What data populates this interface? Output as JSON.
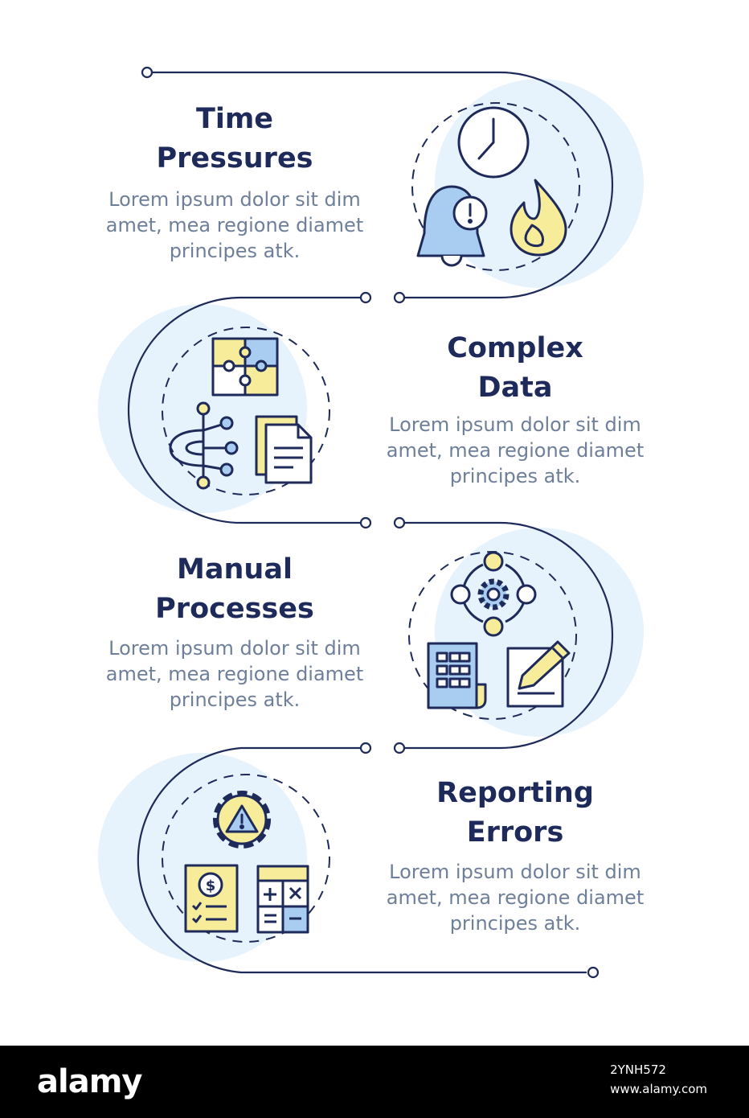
{
  "steps": [
    {
      "title_line1": "Time",
      "title_line2": "Pressures",
      "desc_line1": "Lorem ipsum dolor sit dim",
      "desc_line2": "amet, mea regione diamet",
      "desc_line3": "principes atk.",
      "icons": [
        "clock-icon",
        "alarm-bell-icon",
        "fire-icon"
      ]
    },
    {
      "title_line1": "Complex",
      "title_line2": "Data",
      "desc_line1": "Lorem ipsum dolor sit dim",
      "desc_line2": "amet, mea regione diamet",
      "desc_line3": "principes atk.",
      "icons": [
        "puzzle-icon",
        "data-flow-icon",
        "documents-icon"
      ]
    },
    {
      "title_line1": "Manual",
      "title_line2": "Processes",
      "desc_line1": "Lorem ipsum dolor sit dim",
      "desc_line2": "amet, mea regione diamet",
      "desc_line3": "principes atk.",
      "icons": [
        "process-cycle-icon",
        "spreadsheet-icon",
        "edit-document-icon"
      ]
    },
    {
      "title_line1": "Reporting",
      "title_line2": "Errors",
      "desc_line1": "Lorem ipsum dolor sit dim",
      "desc_line2": "amet, mea regione diamet",
      "desc_line3": "principes atk.",
      "icons": [
        "warning-gear-icon",
        "invoice-icon",
        "calculator-icon"
      ]
    }
  ],
  "colors": {
    "line": "#1d2a5a",
    "circle_fill": "#e6f2fc",
    "accent_blue": "#a8cdf0",
    "accent_yellow": "#f7ec9a",
    "title": "#1d2a5a",
    "text": "#6e7f9a"
  },
  "footer": {
    "brand": "alamy",
    "image_id": "2YNH572",
    "site": "www.alamy.com"
  }
}
